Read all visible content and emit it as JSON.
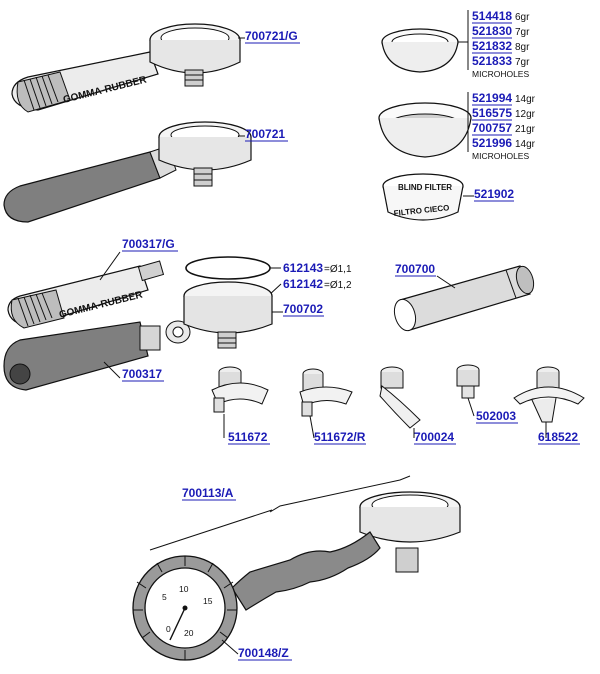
{
  "parts": {
    "p700721g": "700721/G",
    "p700721": "700721",
    "p700317g": "700317/G",
    "p700317": "700317",
    "p700702": "700702",
    "p700700": "700700",
    "p700113a": "700113/A",
    "p700148z": "700148/Z",
    "p511672": "511672",
    "p511672r": "511672/R",
    "p700024": "700024",
    "p502003": "502003",
    "p618522": "618522",
    "p521902": "521902",
    "p612143": "612143",
    "p612142": "612142"
  },
  "gaskets": {
    "g612143_size": "=Ø1,1",
    "g612142_size": "=Ø1,2"
  },
  "filters_single": [
    {
      "code": "514418",
      "desc": "6gr"
    },
    {
      "code": "521830",
      "desc": "7gr"
    },
    {
      "code": "521832",
      "desc": "8gr"
    },
    {
      "code": "521833",
      "desc": "7gr"
    }
  ],
  "filters_single_note": "MICROHOLES",
  "filters_double": [
    {
      "code": "521994",
      "desc": "14gr"
    },
    {
      "code": "516575",
      "desc": "12gr"
    },
    {
      "code": "700757",
      "desc": "21gr"
    },
    {
      "code": "521996",
      "desc": "14gr"
    }
  ],
  "filters_double_note": "MICROHOLES",
  "labels": {
    "gomma_rubber_1": "GOMMA-RUBBER",
    "gomma_rubber_2": "GOMMA-RUBBER",
    "blind_filter": "BLIND FILTER",
    "filtro_cieco": "FILTRO CIECO"
  },
  "gauge_ticks": [
    "10",
    "15",
    "5",
    "0",
    "20"
  ],
  "colors": {
    "part_number": "#1b1bb6",
    "rubber_grey": "#7f7f7f",
    "metal_grey": "#d9d9d9",
    "outline": "#111111"
  }
}
